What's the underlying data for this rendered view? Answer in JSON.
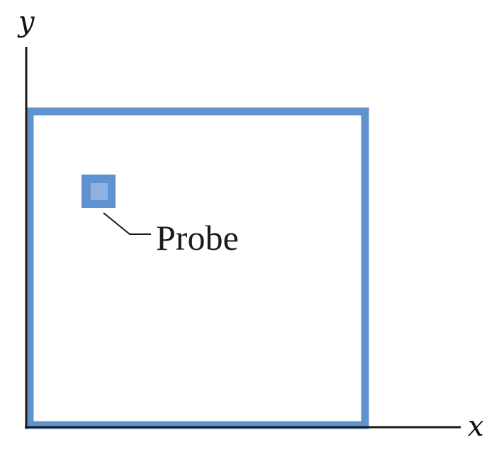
{
  "axes": {
    "x_label": "x",
    "y_label": "y"
  },
  "probe": {
    "label": "Probe"
  },
  "colors": {
    "region_border": "#5f93cf",
    "probe_outer": "#5f93cf",
    "probe_inner": "#8fb2e0",
    "axis": "#1a1a1a",
    "text": "#1a1a1a"
  }
}
